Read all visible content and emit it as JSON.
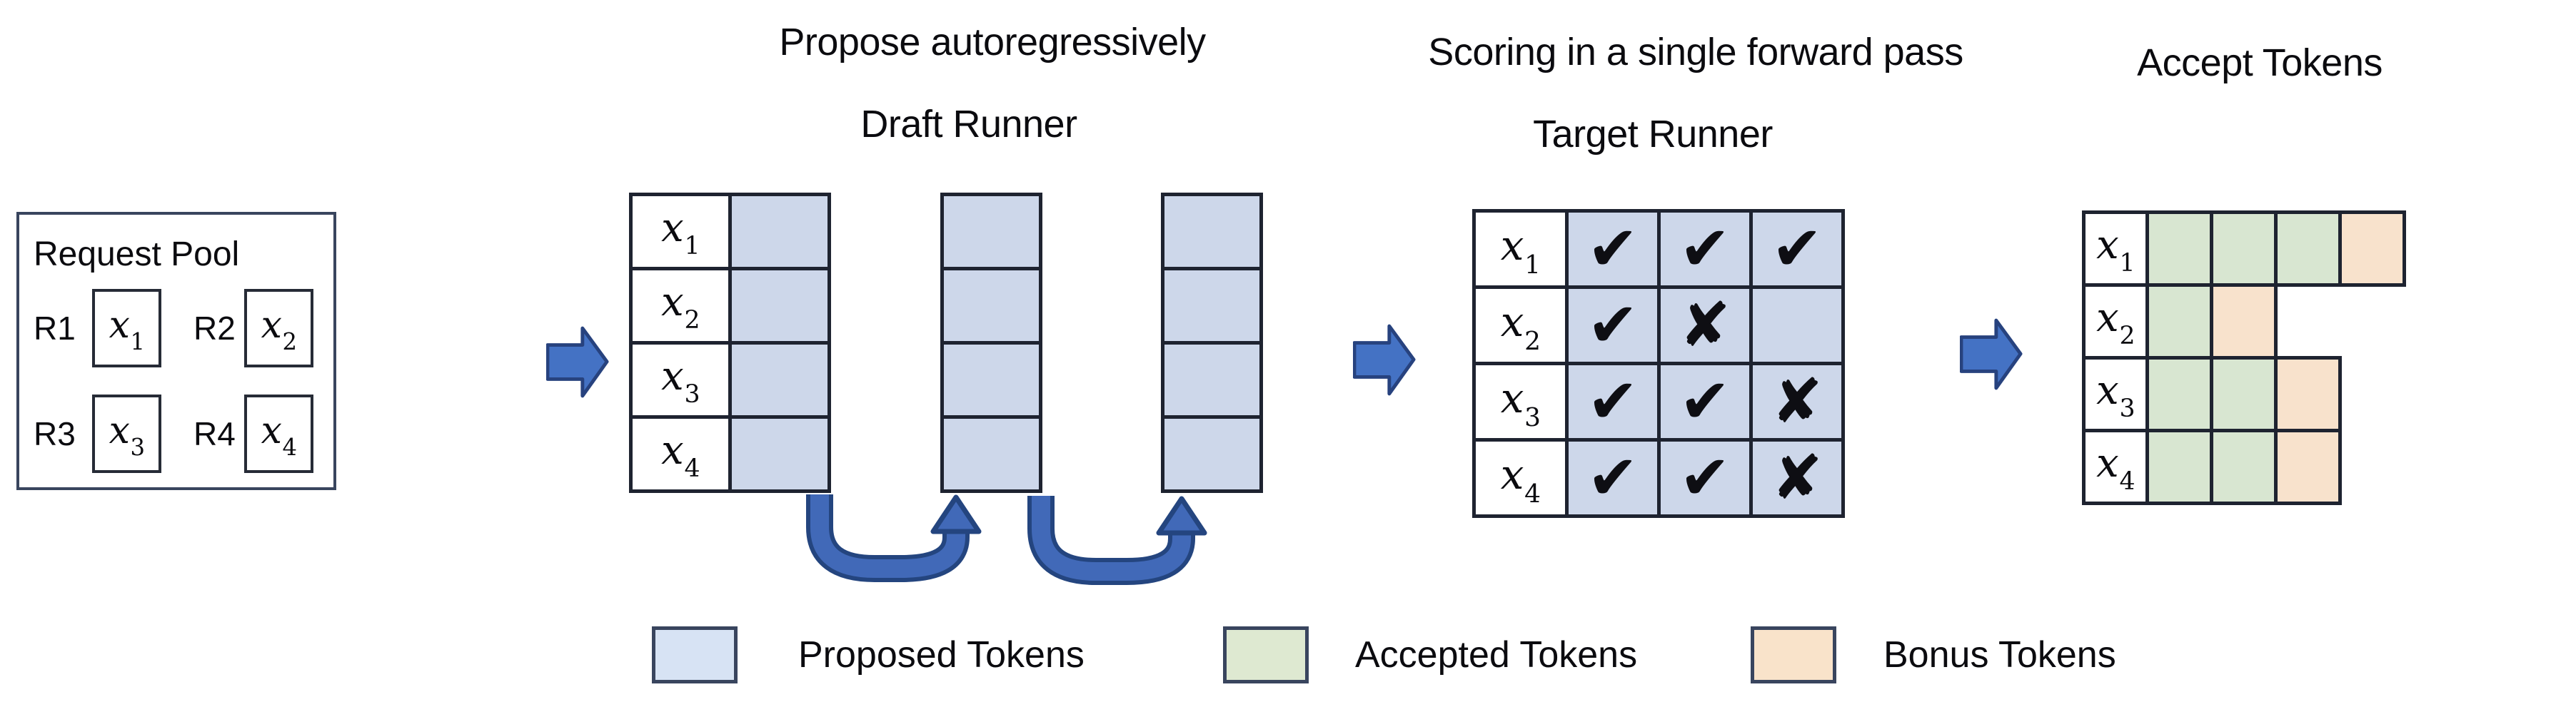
{
  "titles": {
    "draft_line1": "Propose autoregressively",
    "draft_line2": "Draft Runner",
    "target_line1": "Scoring in a single forward pass",
    "target_line2": "Target Runner",
    "accept": "Accept Tokens"
  },
  "request_pool": {
    "title": "Request Pool",
    "requests": [
      {
        "id": "R1",
        "token_base": "x",
        "token_sub": "1"
      },
      {
        "id": "R2",
        "token_base": "x",
        "token_sub": "2"
      },
      {
        "id": "R3",
        "token_base": "x",
        "token_sub": "3"
      },
      {
        "id": "R4",
        "token_base": "x",
        "token_sub": "4"
      }
    ]
  },
  "row_labels": [
    {
      "base": "x",
      "sub": "1"
    },
    {
      "base": "x",
      "sub": "2"
    },
    {
      "base": "x",
      "sub": "3"
    },
    {
      "base": "x",
      "sub": "4"
    }
  ],
  "draft": {
    "proposal_columns": 3,
    "rows": 4
  },
  "target": {
    "marks": [
      [
        "check",
        "check",
        "check"
      ],
      [
        "check",
        "cross",
        "none"
      ],
      [
        "check",
        "check",
        "cross"
      ],
      [
        "check",
        "check",
        "cross"
      ]
    ]
  },
  "accept": {
    "cells": [
      [
        "accepted",
        "accepted",
        "accepted",
        "bonus"
      ],
      [
        "accepted",
        "bonus"
      ],
      [
        "accepted",
        "accepted",
        "bonus"
      ],
      [
        "accepted",
        "accepted",
        "bonus"
      ]
    ]
  },
  "legend": [
    {
      "label": "Proposed Tokens",
      "type": "proposed"
    },
    {
      "label": "Accepted Tokens",
      "type": "accepted"
    },
    {
      "label": "Bonus Tokens",
      "type": "bonus"
    }
  ],
  "glyphs": {
    "check": "✔",
    "cross": "✘",
    "none": ""
  },
  "colors": {
    "proposed_cell": "#cdd7ea",
    "accepted_cell": "#d8e6d1",
    "bonus_cell": "#f8e2cc",
    "legend_proposed": "#d7e3f4",
    "legend_accepted": "#dee9d1",
    "legend_bonus": "#f9e3ca",
    "grid_border": "#1e2330",
    "pool_border": "#39455e",
    "arrow_fill": "#4472c4",
    "arrow_stroke": "#27427e",
    "loop_arrow_inner": "#4169b8",
    "loop_arrow_outer": "#24457f",
    "mark_color": "#0e0e13"
  }
}
